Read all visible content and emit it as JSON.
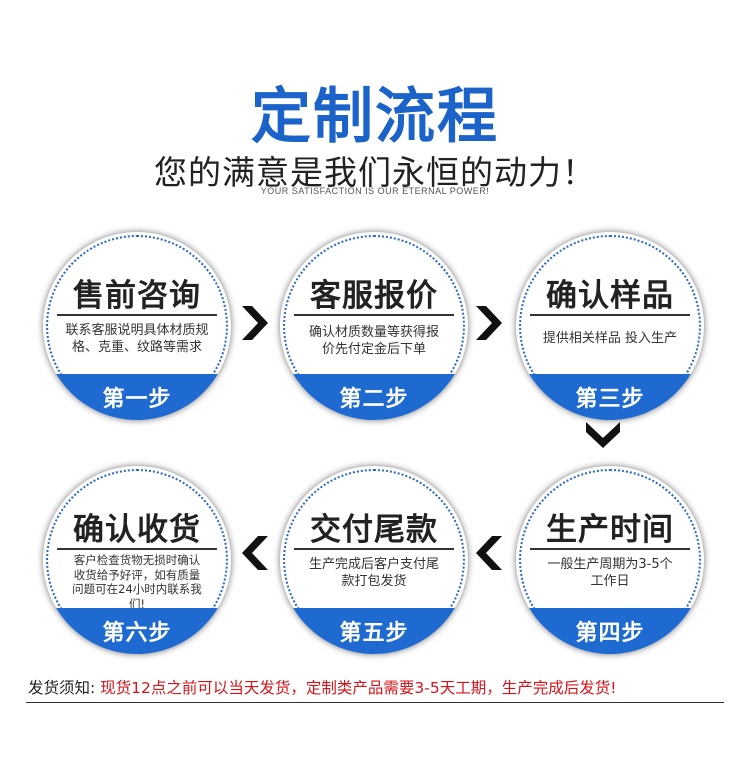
{
  "header": {
    "title": "定制流程",
    "subtitle": "您的满意是我们永恒的动力！",
    "subtitle_en": "YOUR SATISFACTION IS OUR ETERNAL POWER!"
  },
  "steps": [
    {
      "title": "售前咨询",
      "desc": "联系客服说明具体材质规格、克重、纹路等需求",
      "label": "第一步"
    },
    {
      "title": "客服报价",
      "desc": "确认材质数量等获得报价先付定金后下单",
      "label": "第二步"
    },
    {
      "title": "确认样品",
      "desc": "提供相关样品 投入生产",
      "label": "第三步"
    },
    {
      "title": "生产时间",
      "desc": "一般生产周期为3-5个工作日",
      "label": "第四步"
    },
    {
      "title": "交付尾款",
      "desc": "生产完成后客户支付尾款打包发货",
      "label": "第五步"
    },
    {
      "title": "确认收货",
      "desc": "客户检查货物无损时确认收货给予好评，如有质量问题可在24小时内联系我们!",
      "label": "第六步"
    }
  ],
  "notice": {
    "label": "发货须知:",
    "text": "现货12点之前可以当天发货，定制类产品需要3-5天工期，生产完成后发货!"
  },
  "colors": {
    "accent": "#1f6ad1",
    "title": "#1c63c9",
    "notice": "#d3141a"
  },
  "icons": [
    "chevron-right-icon",
    "chevron-down-icon",
    "chevron-left-icon"
  ]
}
